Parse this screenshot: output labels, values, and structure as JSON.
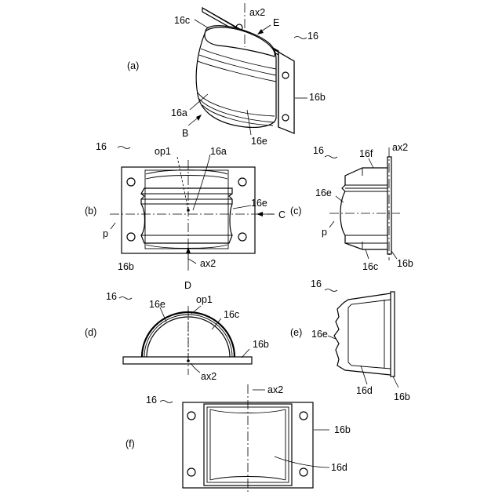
{
  "views": {
    "a": {
      "view_label": "(a)",
      "ref_16": "16",
      "ref_16c": "16c",
      "ref_ax2": "ax2",
      "ref_E": "E",
      "ref_16b": "16b",
      "ref_16a": "16a",
      "ref_B": "B",
      "ref_16e": "16e"
    },
    "b": {
      "view_label": "(b)",
      "ref_16": "16",
      "ref_op1": "op1",
      "ref_16a": "16a",
      "ref_16e": "16e",
      "ref_C": "C",
      "ref_p": "p",
      "ref_16b": "16b",
      "ref_ax2": "ax2",
      "ref_D": "D"
    },
    "c": {
      "view_label": "(c)",
      "ref_16": "16",
      "ref_16f": "16f",
      "ref_ax2": "ax2",
      "ref_16e": "16e",
      "ref_p": "p",
      "ref_16c": "16c",
      "ref_16b": "16b"
    },
    "d": {
      "view_label": "(d)",
      "ref_16": "16",
      "ref_16e": "16e",
      "ref_op1": "op1",
      "ref_16c": "16c",
      "ref_16b": "16b",
      "ref_ax2": "ax2"
    },
    "e": {
      "view_label": "(e)",
      "ref_16": "16",
      "ref_16e": "16e",
      "ref_16d": "16d",
      "ref_16b": "16b"
    },
    "f": {
      "view_label": "(f)",
      "ref_16": "16",
      "ref_ax2": "ax2",
      "ref_16b": "16b",
      "ref_16d": "16d"
    }
  }
}
